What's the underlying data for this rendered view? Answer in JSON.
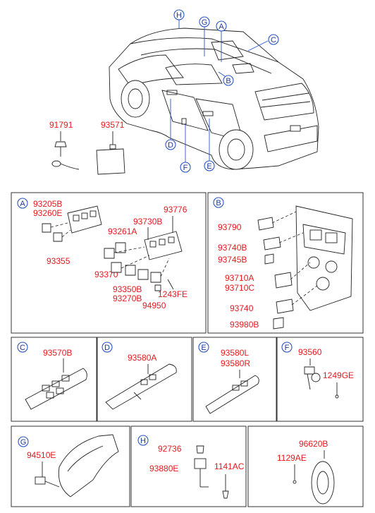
{
  "callouts": {
    "H": "H",
    "G": "G",
    "A": "A",
    "C": "C",
    "B": "B",
    "D": "D",
    "F": "F",
    "E": "E"
  },
  "top_parts": {
    "p91791": "91791",
    "p93571": "93571"
  },
  "panel_a": {
    "label": "A",
    "parts": {
      "p93205B": "93205B",
      "p93260E": "93260E",
      "p93355": "93355",
      "p93776": "93776",
      "p93730B": "93730B",
      "p93261A": "93261A",
      "p93370": "93370",
      "p93350B": "93350B",
      "p93270B": "93270B",
      "p1243FE": "1243FE",
      "p94950": "94950"
    }
  },
  "panel_b": {
    "label": "B",
    "parts": {
      "p93790": "93790",
      "p93740B": "93740B",
      "p93745B": "93745B",
      "p93710A": "93710A",
      "p93710C": "93710C",
      "p93740": "93740",
      "p93980B": "93980B"
    }
  },
  "panel_c": {
    "label": "C",
    "parts": {
      "p93570B": "93570B"
    }
  },
  "panel_d": {
    "label": "D",
    "parts": {
      "p93580A": "93580A"
    }
  },
  "panel_e": {
    "label": "E",
    "parts": {
      "p93580L": "93580L",
      "p93580R": "93580R"
    }
  },
  "panel_f": {
    "label": "F",
    "parts": {
      "p93560": "93560",
      "p1249GE": "1249GE"
    }
  },
  "panel_g": {
    "label": "G",
    "parts": {
      "p94510E": "94510E"
    }
  },
  "panel_h": {
    "label": "H",
    "parts": {
      "p92736": "92736",
      "p93880E": "93880E",
      "p1141AC": "1141AC"
    }
  },
  "panel_i": {
    "parts": {
      "p96620B": "96620B",
      "p1129AE": "1129AE"
    }
  },
  "colors": {
    "part_number": "#e8171d",
    "callout": "#2a56c6",
    "outline": "#333333"
  }
}
